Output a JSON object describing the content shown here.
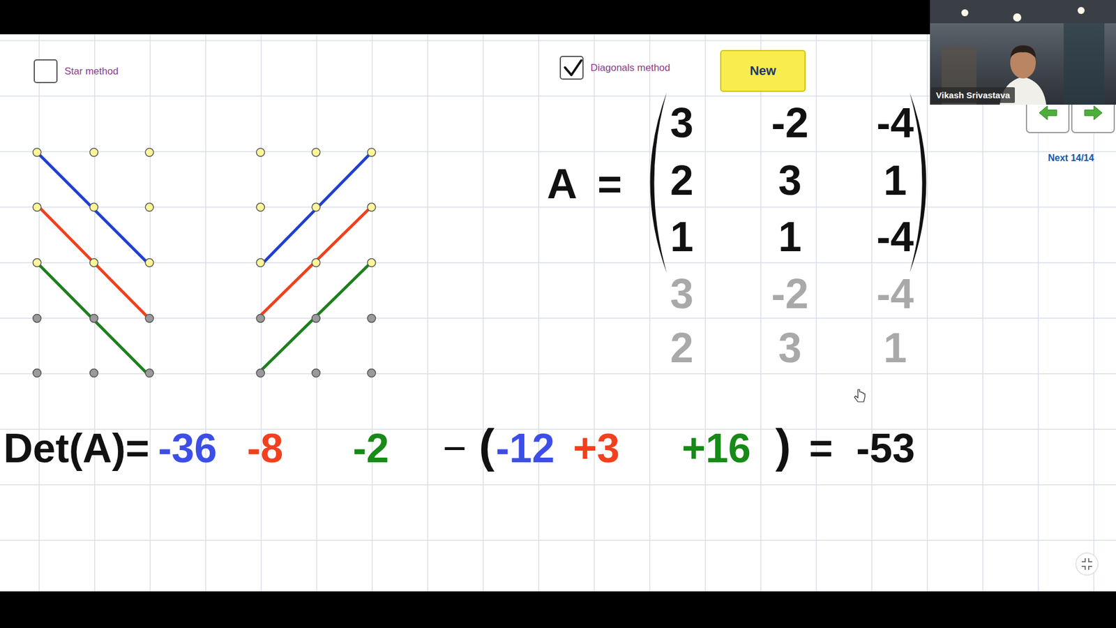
{
  "diagram": {
    "nodes": [
      {
        "text": [
          "New"
        ]
      },
      {
        "text": [
          "Vikash Srivastava"
        ]
      }
    ],
    "labels": [
      "Star method",
      "Diagonals method",
      "Next 14/14",
      "A",
      "=",
      "3",
      "-2",
      "-4",
      "2",
      "3",
      "1",
      "1",
      "1",
      "-4",
      "3",
      "-2",
      "-4",
      "2",
      "3",
      "1",
      "Det(A)=",
      "-36",
      "-8",
      "-2",
      "−",
      "(",
      "-12",
      "+3",
      "+16",
      ")",
      "=",
      "-53"
    ]
  }
}
